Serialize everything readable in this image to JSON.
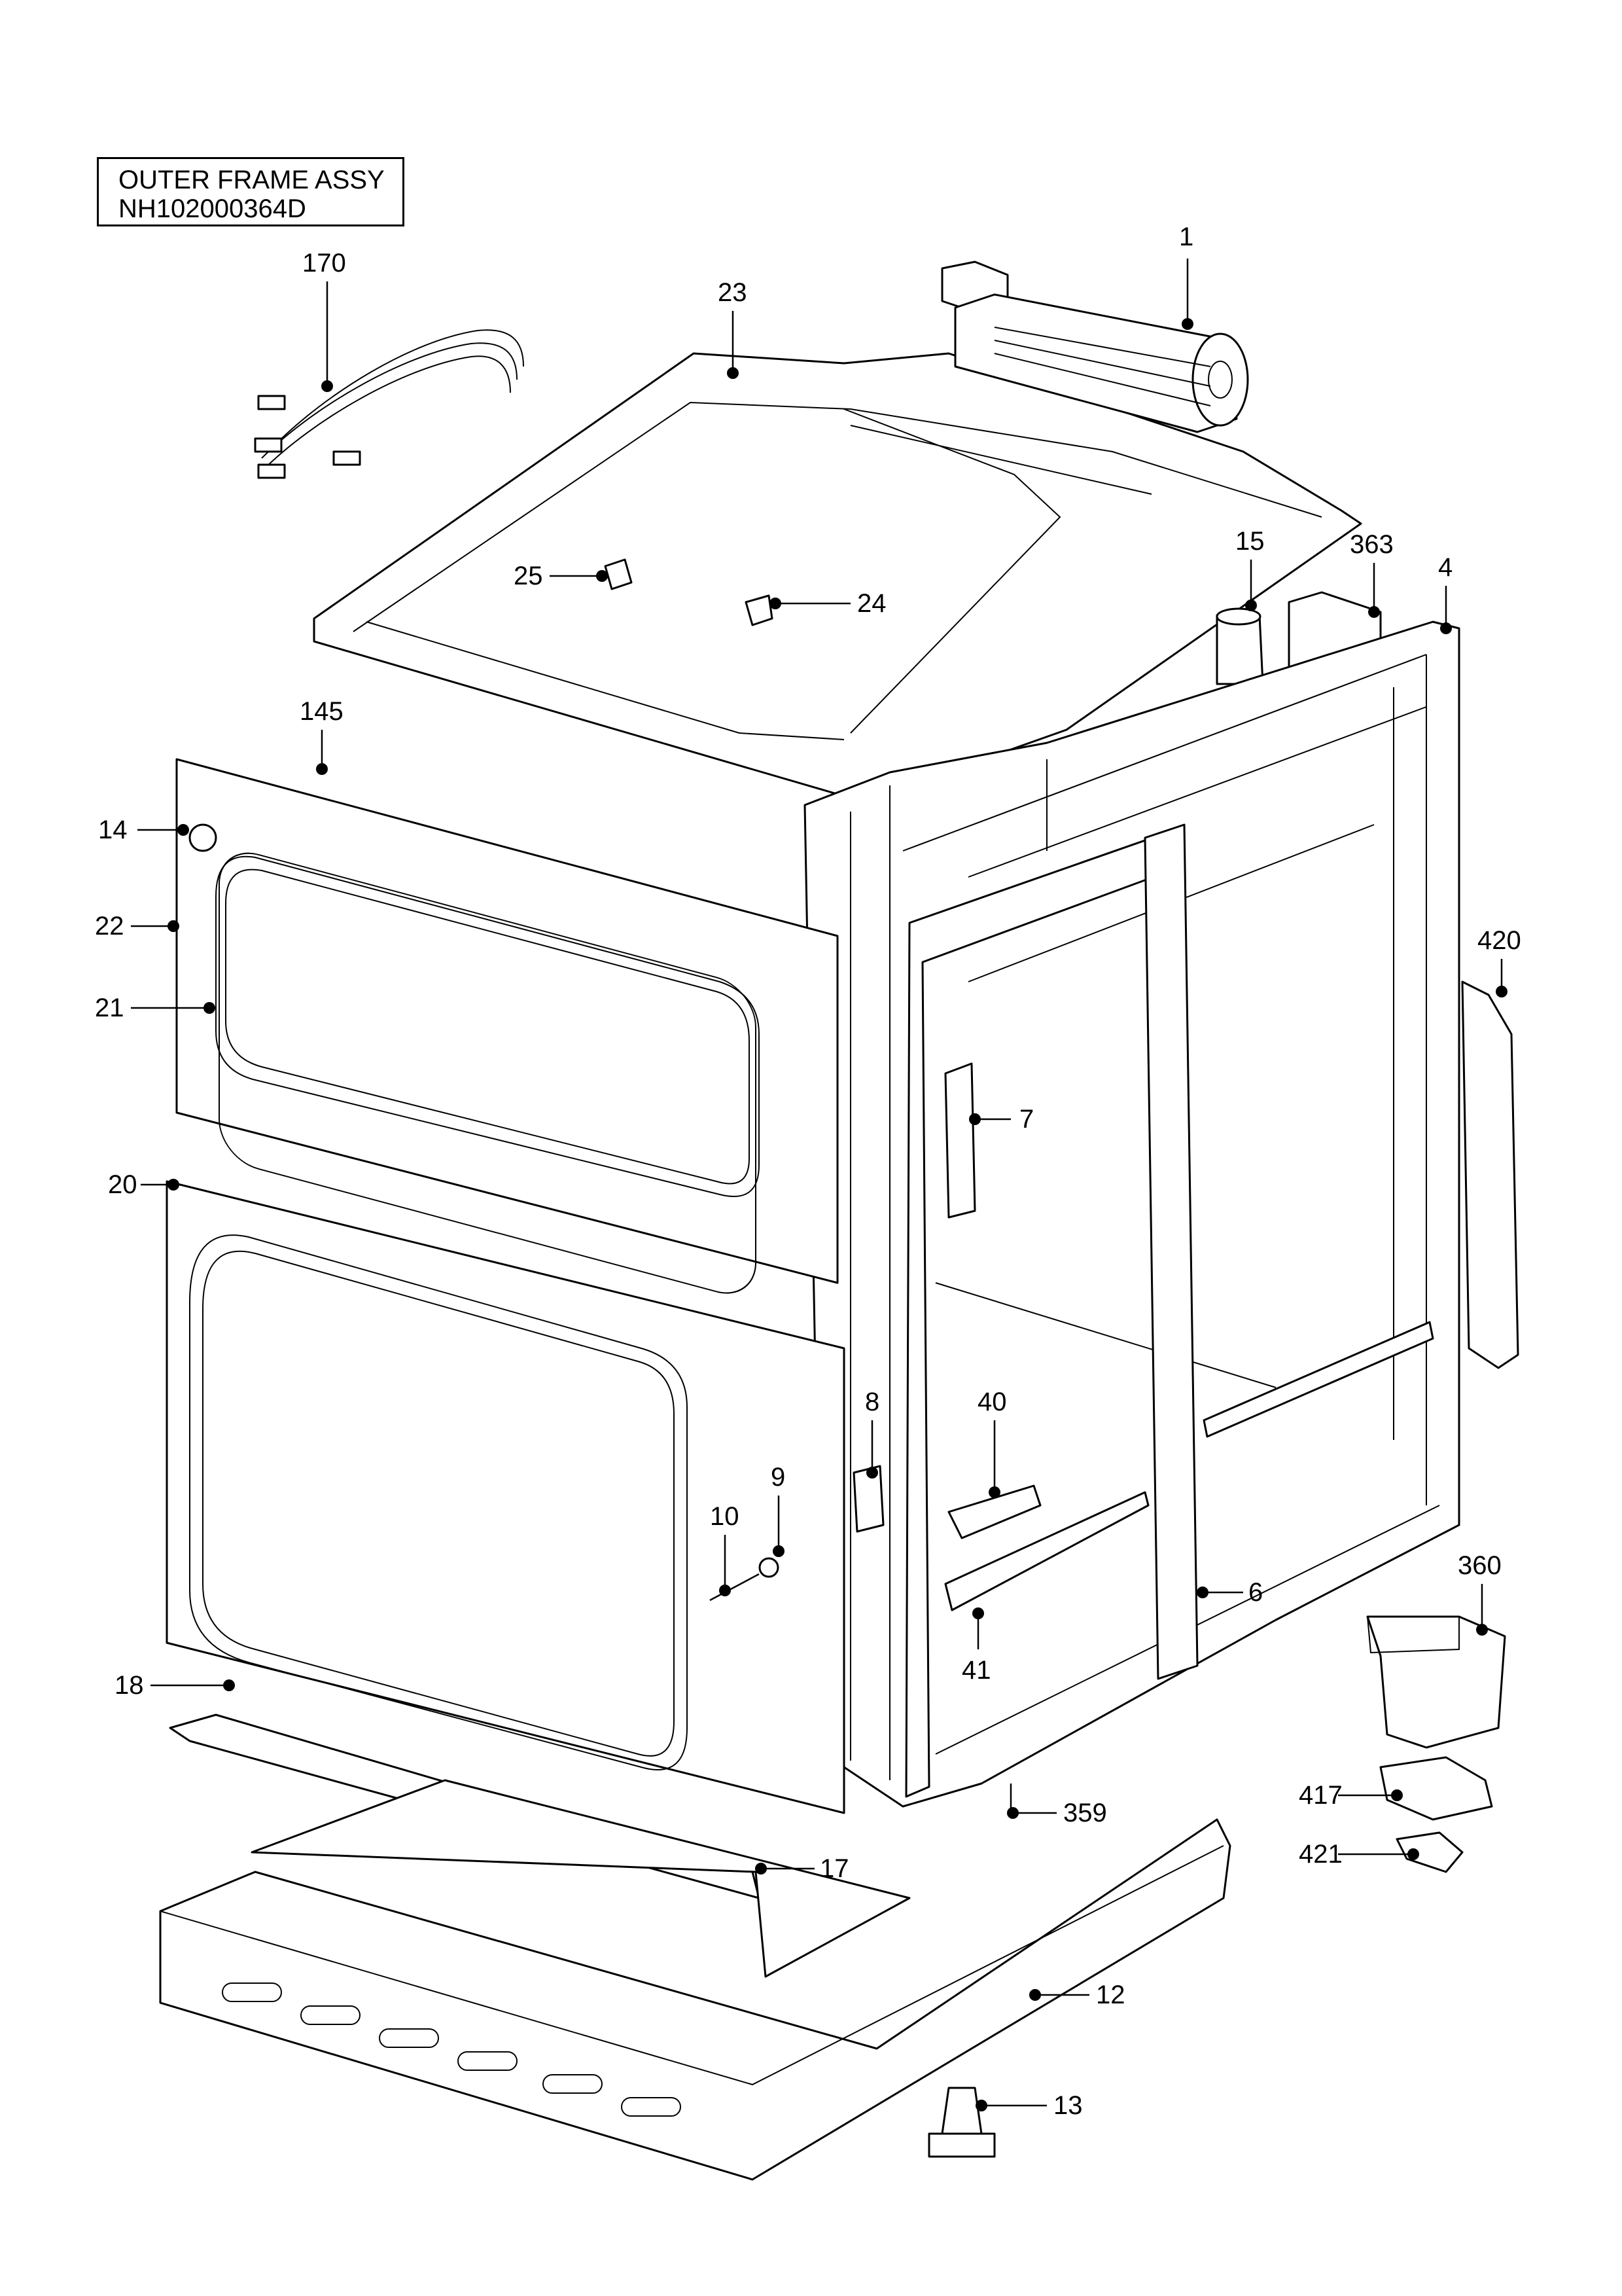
{
  "title": {
    "line1": "OUTER FRAME ASSY",
    "line2": "NH102000364D"
  },
  "callouts": [
    {
      "id": "c1",
      "label": "1",
      "anchor": "end-top"
    },
    {
      "id": "c170",
      "label": "170",
      "anchor": "top"
    },
    {
      "id": "c23",
      "label": "23",
      "anchor": "top"
    },
    {
      "id": "c15",
      "label": "15",
      "anchor": "top"
    },
    {
      "id": "c363",
      "label": "363",
      "anchor": "top"
    },
    {
      "id": "c4",
      "label": "4",
      "anchor": "top"
    },
    {
      "id": "c25",
      "label": "25",
      "anchor": "left"
    },
    {
      "id": "c24",
      "label": "24",
      "anchor": "right"
    },
    {
      "id": "c145",
      "label": "145",
      "anchor": "top"
    },
    {
      "id": "c14",
      "label": "14",
      "anchor": "left"
    },
    {
      "id": "c22",
      "label": "22",
      "anchor": "left"
    },
    {
      "id": "c21",
      "label": "21",
      "anchor": "left"
    },
    {
      "id": "c420",
      "label": "420",
      "anchor": "top"
    },
    {
      "id": "c7",
      "label": "7",
      "anchor": "right"
    },
    {
      "id": "c20",
      "label": "20",
      "anchor": "left"
    },
    {
      "id": "c8",
      "label": "8",
      "anchor": "top"
    },
    {
      "id": "c40",
      "label": "40",
      "anchor": "top"
    },
    {
      "id": "c9",
      "label": "9",
      "anchor": "top"
    },
    {
      "id": "c10",
      "label": "10",
      "anchor": "top"
    },
    {
      "id": "c360",
      "label": "360",
      "anchor": "top"
    },
    {
      "id": "c6",
      "label": "6",
      "anchor": "right"
    },
    {
      "id": "c41",
      "label": "41",
      "anchor": "bottom"
    },
    {
      "id": "c18",
      "label": "18",
      "anchor": "left"
    },
    {
      "id": "c417",
      "label": "417",
      "anchor": "left"
    },
    {
      "id": "c359",
      "label": "359",
      "anchor": "right"
    },
    {
      "id": "c421",
      "label": "421",
      "anchor": "left"
    },
    {
      "id": "c17",
      "label": "17",
      "anchor": "right"
    },
    {
      "id": "c12",
      "label": "12",
      "anchor": "right"
    },
    {
      "id": "c13",
      "label": "13",
      "anchor": "right"
    }
  ]
}
